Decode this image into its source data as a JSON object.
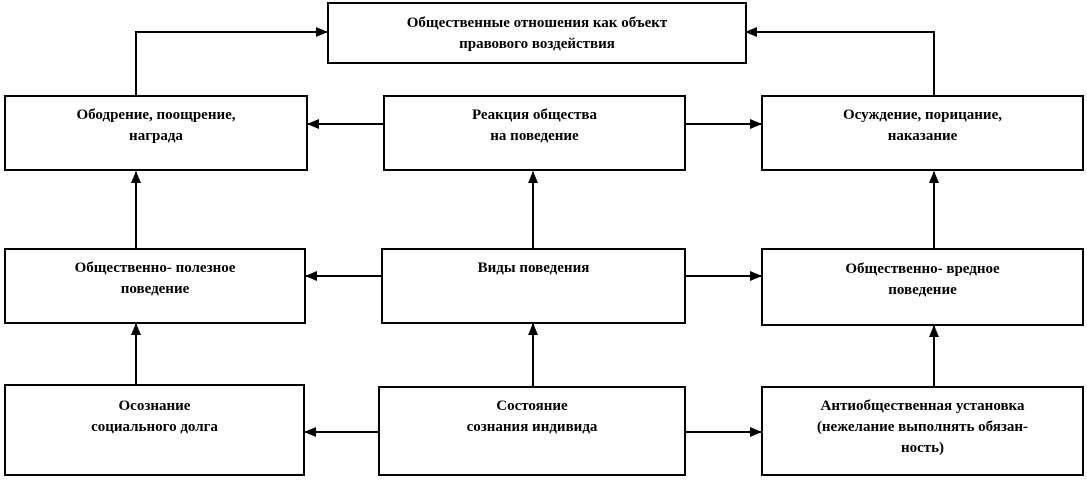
{
  "nodes": {
    "objekt": {
      "lines": [
        "Общественные отношения как объект",
        "правового воздействия"
      ]
    },
    "odobrenie": {
      "lines": [
        "Ободрение, поощрение,",
        "награда"
      ]
    },
    "reakciya": {
      "lines": [
        "Реакция общества",
        "на поведение"
      ]
    },
    "osuzhdenie": {
      "lines": [
        "Осуждение, порицание,",
        "наказание"
      ]
    },
    "polezn": {
      "lines": [
        "Общественно- полезное",
        "поведение"
      ]
    },
    "vidy": {
      "lines": [
        "Виды поведения"
      ]
    },
    "vredn": {
      "lines": [
        "Общественно- вредное",
        "поведение"
      ]
    },
    "osoznanie": {
      "lines": [
        "Осознание",
        "социального долга"
      ]
    },
    "sostoyanie": {
      "lines": [
        "Состояние",
        "сознания индивида"
      ]
    },
    "antiobshch": {
      "lines": [
        "Антиобщественная установка",
        "(нежелание выполнять обязан-",
        "ность)"
      ]
    }
  }
}
